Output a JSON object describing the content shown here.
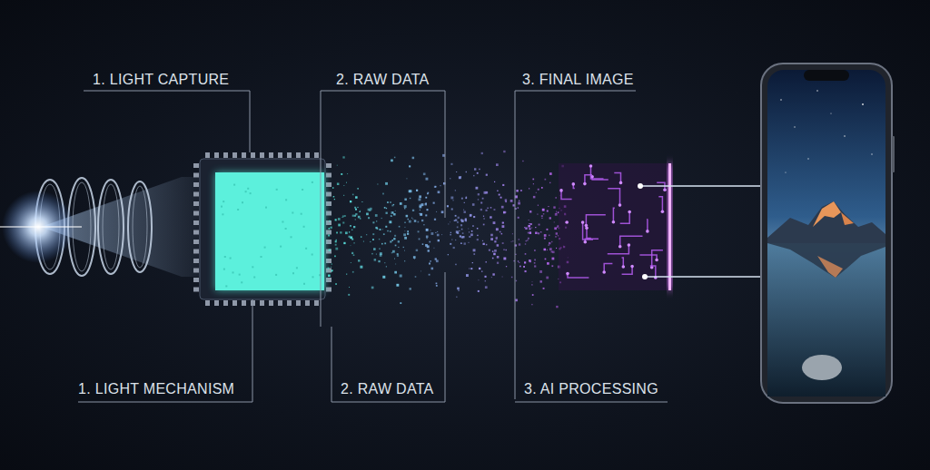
{
  "diagram": {
    "labels": [
      "1. LIGHT CAPTURE",
      "2. RAW DATA",
      "3. FINAL IMAGE",
      "1. LIGHT MECHANISM",
      "2. RAW DATA",
      "3. AI PROCESSING"
    ]
  }
}
